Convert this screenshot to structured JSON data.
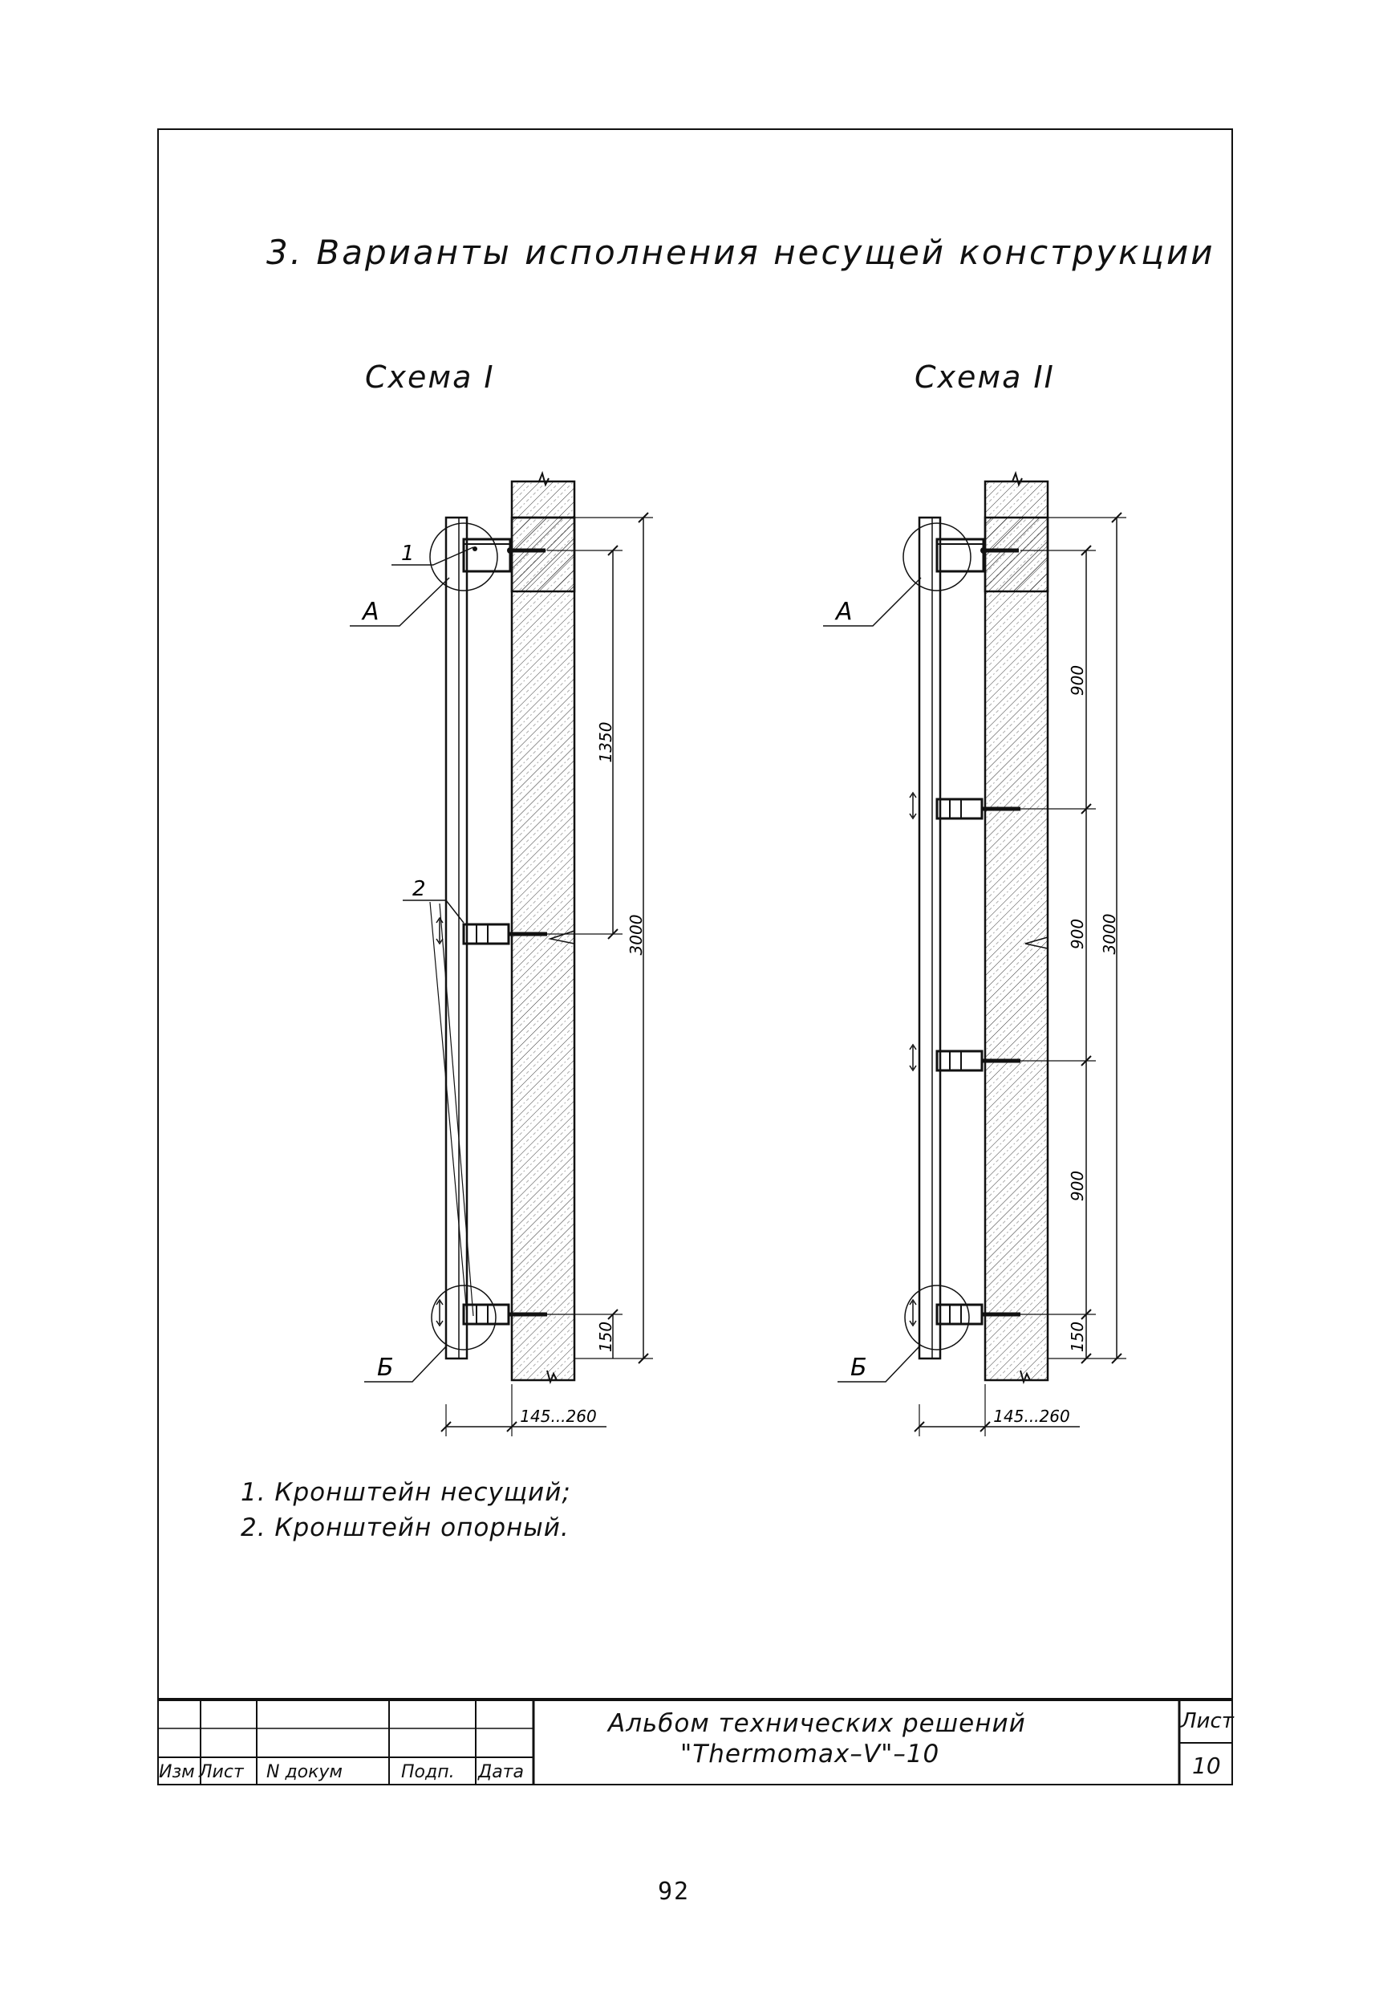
{
  "heading": "3. Варианты исполнения несущей конструкции",
  "schemes": {
    "scheme1_title": "Схема I",
    "scheme2_title": "Схема II"
  },
  "labels": {
    "node_a": "А",
    "node_b": "Б",
    "item_1": "1",
    "item_2": "2"
  },
  "dimensions": {
    "s1_upper": "1350",
    "s1_total": "3000",
    "s1_bottom": "150",
    "s1_width": "145...260",
    "s2_seg1": "900",
    "s2_seg2": "900",
    "s2_seg3": "900",
    "s2_total": "3000",
    "s2_bottom": "150",
    "s2_width": "145...260"
  },
  "legend": {
    "item1": "1.  Кронштейн  несущий;",
    "item2": "2.  Кронштейн  опорный."
  },
  "title_block": {
    "izm": "Изм",
    "list": "Лист",
    "n_dokum": "N  докум",
    "podp": "Подп.",
    "data": "Дата",
    "album_line1": "Альбом  технических  решений",
    "album_line2": "\"Thermomax–V\"–10",
    "sheet_label": "Лист",
    "sheet_number": "10"
  },
  "page_number": "92"
}
